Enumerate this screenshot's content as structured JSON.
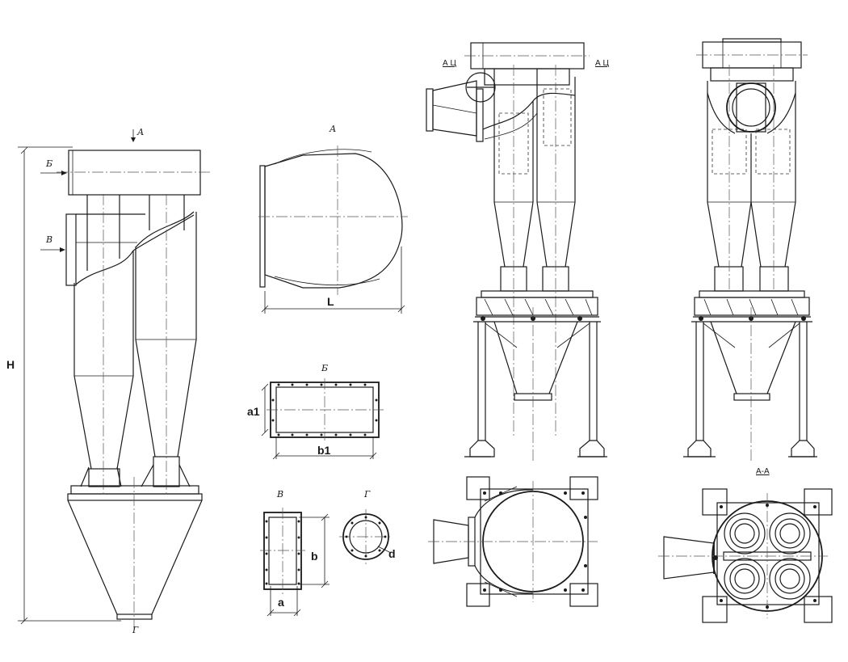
{
  "labels": {
    "view_arrow_a": "А",
    "arrow_b": "Б",
    "arrow_v": "В",
    "bottom_g": "Г",
    "dim_h": "H",
    "view_a_title": "А",
    "dim_l": "L",
    "view_b_title": "Б",
    "dim_a1": "a1",
    "dim_b1": "b1",
    "view_v_title": "В",
    "dim_b": "b",
    "dim_a": "a",
    "view_g_title": "Г",
    "dim_d": "d",
    "section_left": "А Ц",
    "section_right": "А Ц",
    "section_aa": "А-А"
  }
}
